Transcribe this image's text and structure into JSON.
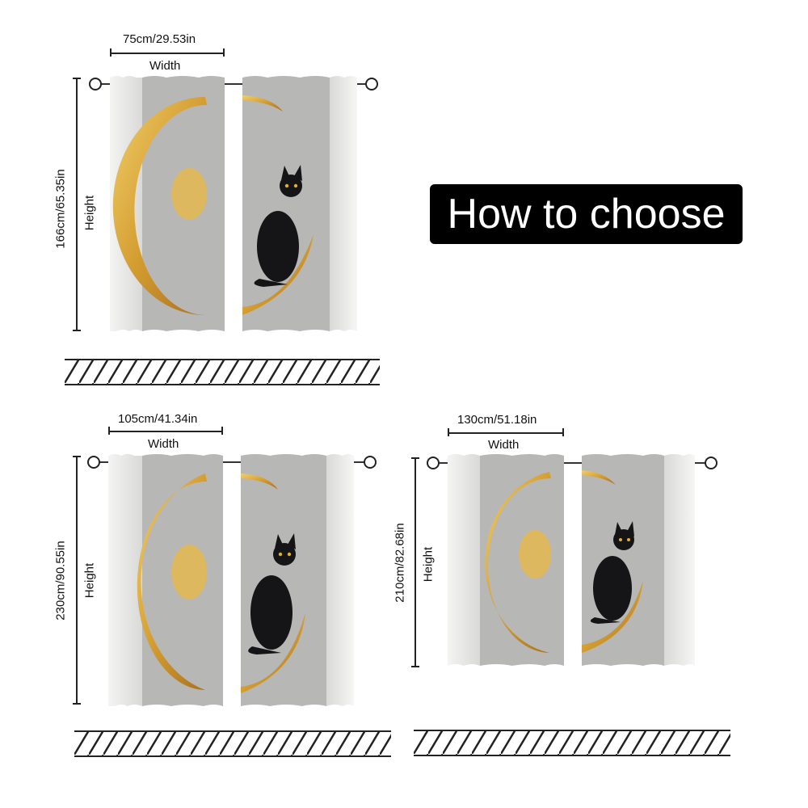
{
  "headline": "How to choose",
  "sizes": [
    {
      "width_label": "75cm/29.53in",
      "width_caption": "Width",
      "height_label": "166cm/65.35in",
      "height_caption": "Height"
    },
    {
      "width_label": "105cm/41.34in",
      "width_caption": "Width",
      "height_label": "230cm/90.55in",
      "height_caption": "Height"
    },
    {
      "width_label": "130cm/51.18in",
      "width_caption": "Width",
      "height_label": "210cm/82.68in",
      "height_caption": "Height"
    }
  ],
  "colors": {
    "curtain_bg": "#b4b4b2",
    "moon_gold": "#d4a23a",
    "cat": "#151518",
    "floor_line": "#222222"
  }
}
